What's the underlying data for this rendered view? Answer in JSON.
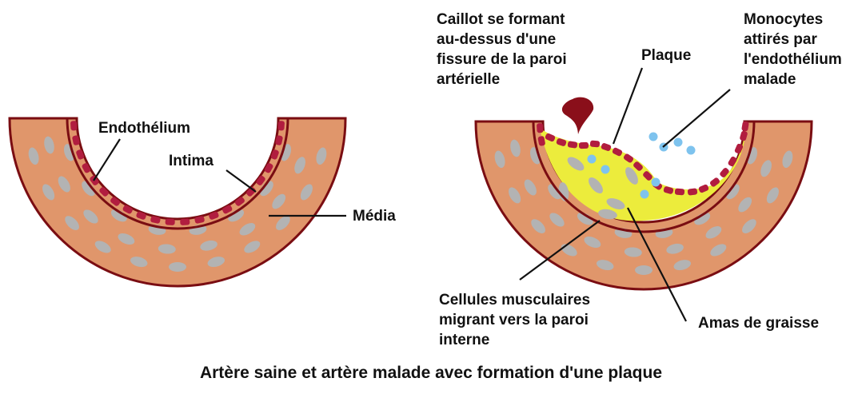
{
  "colors": {
    "wall": "#e0966b",
    "wall_outline": "#7a0d12",
    "cell": "#b3b3b3",
    "endothelium": "#b11d3f",
    "plaque": "#ecec3c",
    "clot": "#8a0f1a",
    "monocyte": "#7ec3ee",
    "leader_line": "#111111"
  },
  "healthy": {
    "labels": {
      "endothelium": "Endothélium",
      "intima": "Intima",
      "media": "Média"
    }
  },
  "diseased": {
    "labels": {
      "clot": [
        "Caillot se formant",
        "au-dessus d'une",
        "fissure de la paroi",
        "artérielle"
      ],
      "plaque": "Plaque",
      "monocytes": [
        "Monocytes",
        "attirés par",
        "l'endothélium",
        "malade"
      ],
      "muscle_cells": [
        "Cellules musculaires",
        "migrant vers la paroi",
        "interne"
      ],
      "fat": "Amas de graisse"
    }
  },
  "caption": "Artère saine et artère malade avec formation d'une plaque"
}
